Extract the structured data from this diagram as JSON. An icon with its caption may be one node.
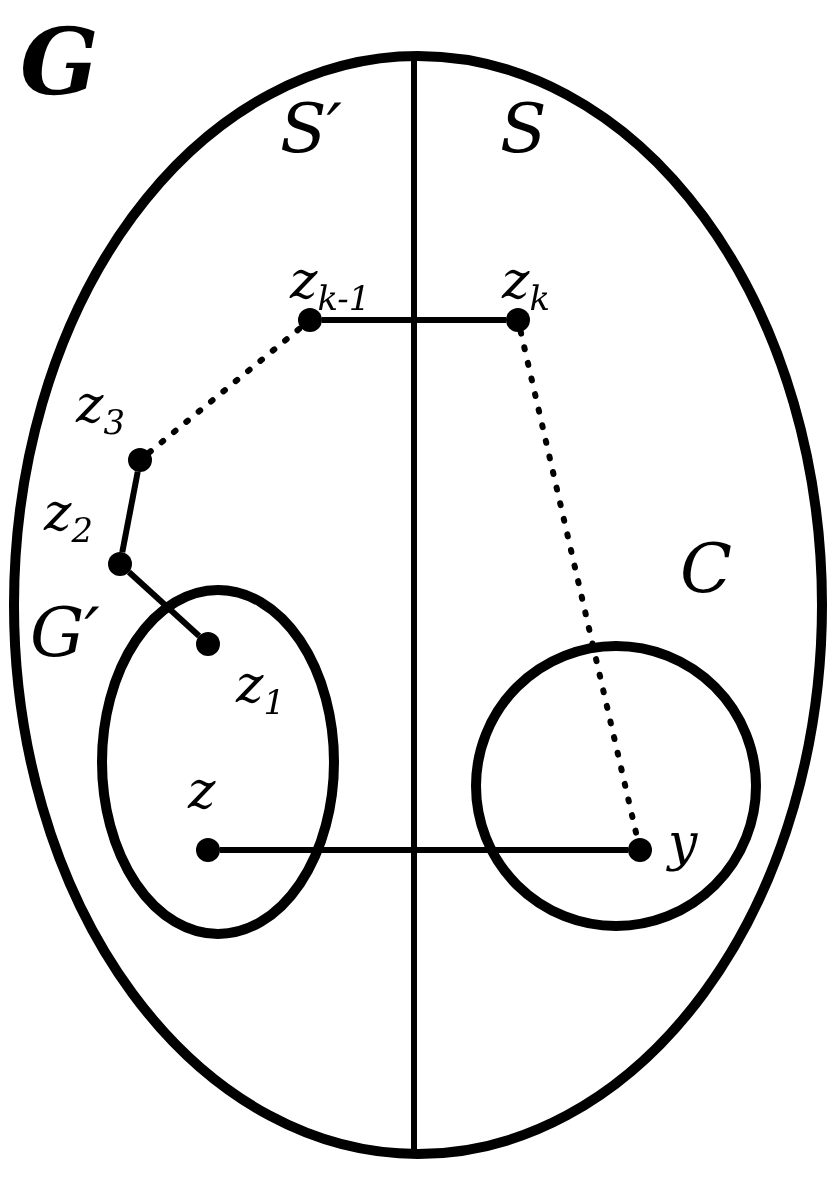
{
  "diagram": {
    "nodes": [
      {
        "text": [
          "G"
        ]
      },
      {
        "text": [
          "G′"
        ],
        "in": 0
      },
      {
        "text": [
          "C"
        ],
        "in": 0
      },
      {
        "text": [
          "z$_{k-1}$"
        ],
        "in": 0
      },
      {
        "text": [
          "z$_{k}$"
        ],
        "in": 0
      },
      {
        "text": [
          "z$_{3}$"
        ],
        "in": 0
      },
      {
        "text": [
          "z$_{2}$"
        ],
        "in": 0
      },
      {
        "text": [
          "z$_{1}$"
        ],
        "in": 1
      },
      {
        "text": [
          "z"
        ],
        "in": 1
      },
      {
        "text": [
          "y"
        ],
        "in": 2
      }
    ],
    "edges": [
      {
        "from": 3,
        "to": 4,
        "arrow": "none"
      },
      {
        "from": 4,
        "to": 9,
        "arrow": "none",
        "style": "dashed"
      },
      {
        "from": 5,
        "to": 3,
        "arrow": "none",
        "style": "dashed"
      },
      {
        "from": 5,
        "to": 6,
        "arrow": "none"
      },
      {
        "from": 6,
        "to": 7,
        "arrow": "none"
      },
      {
        "from": 8,
        "to": 9,
        "arrow": "none"
      }
    ],
    "labels": [
      "S′",
      "S"
    ]
  }
}
